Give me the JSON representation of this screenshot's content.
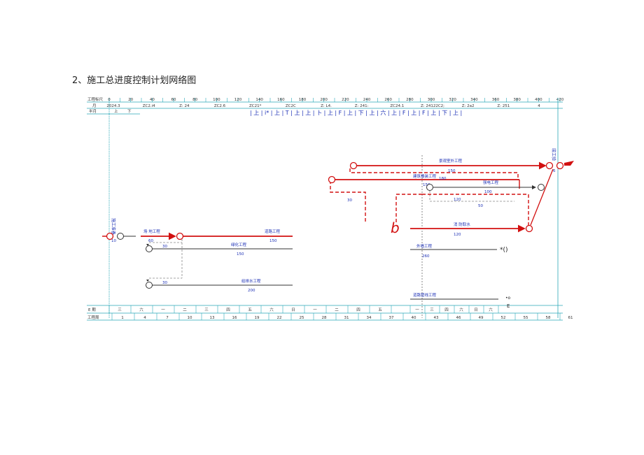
{
  "page_title": "2、施工总进度控制计划网络图",
  "header": {
    "row1_label": "工程标尺",
    "row1_ticks": [
      "0",
      "20",
      "40",
      "60",
      "80",
      "100",
      "120",
      "140",
      "160",
      "180",
      "200",
      "220",
      "240",
      "260",
      "280",
      "300",
      "320",
      "340",
      "360",
      "380",
      "400",
      "420"
    ],
    "row2_label": "月",
    "row2_items": [
      "2024.3",
      "ZC2.i4",
      "Z: 24",
      "ZC2.6",
      "ZC21*",
      "ZC2C",
      "Z: L4.",
      "Z: 241:",
      "ZC24.1",
      "Z: 24122C2;",
      "Z: 2a2",
      "Z: 251",
      "4"
    ],
    "row3_label": "半月",
    "row3_items": [
      "上",
      "下"
    ],
    "garbled_text": "| 上 | i* | 上 | T | 上 | 上 | 卜 | 上 | F | 上 | 下 | 上 | 六 | 上 | F | 上 | F | 上 | 下 | 上 |"
  },
  "footer": {
    "weekday_label": "E 期",
    "weekdays": [
      "三",
      "六",
      "一",
      "二",
      "三",
      "四",
      "五",
      "六",
      "日",
      "一",
      "二",
      "四",
      "五"
    ],
    "weekdays_right": [
      "一",
      "三",
      "四",
      "六",
      "日",
      "六"
    ],
    "week_label": "工程周",
    "week_numbers": [
      "1",
      "4",
      "7",
      "10",
      "13",
      "16",
      "19",
      "22",
      "25",
      "28",
      "31",
      "34",
      "37",
      "40",
      "43",
      "46",
      "49",
      "52",
      "55",
      "58",
      "61"
    ]
  },
  "activities": [
    {
      "name": "场 地工程",
      "duration": "60"
    },
    {
      "name": "道路工程",
      "duration": "150"
    },
    {
      "name": "绿化工程",
      "duration": "150"
    },
    {
      "name": "30",
      "duration": "30"
    },
    {
      "name": "给排水工程",
      "duration": "200"
    },
    {
      "name": "景观室外工程",
      "duration": "150"
    },
    {
      "name": "建筑楼装工程",
      "duration": "180"
    },
    {
      "name": "强电工程",
      "duration": "100"
    },
    {
      "name": "120",
      "duration": "120"
    },
    {
      "name": "30",
      "duration": "30"
    },
    {
      "name": "消 防取水",
      "duration": "120"
    },
    {
      "name": "外墙工程",
      "duration": "260"
    },
    {
      "name": "道路管线工程",
      "duration": ""
    }
  ],
  "extra_durations": [
    "30",
    "50"
  ],
  "vertical_labels": {
    "start": "施工准备",
    "start_num": "10",
    "end": "竣工验",
    "end_num": "6"
  },
  "marks": {
    "b": "b",
    "asterisk": "*()",
    "arrow_o": "•o",
    "e": "E"
  },
  "colors": {
    "critical": "#d21010",
    "normal": "#333333",
    "dashed": "#888888",
    "grid": "#2aa8b8",
    "label_blue": "#1b2fb5"
  }
}
